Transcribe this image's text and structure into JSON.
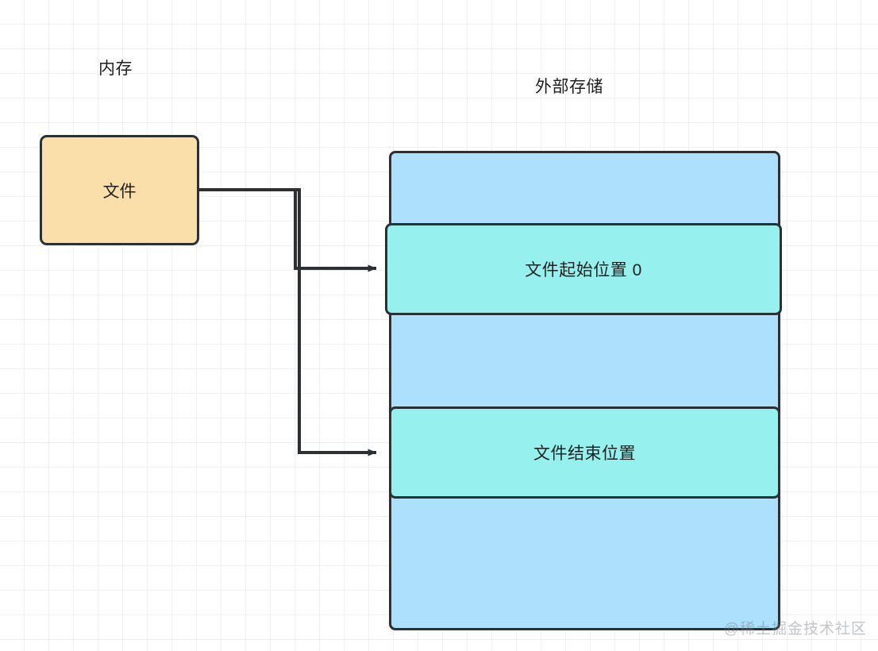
{
  "diagram": {
    "title_memory": "内存",
    "title_storage": "外部存储",
    "nodes": {
      "file": {
        "label": "文件",
        "fill": "#fadfaa",
        "stroke": "#2c3033"
      },
      "storage_container": {
        "fill": "#ace0fd",
        "stroke": "#2c3033"
      },
      "band_start": {
        "label": "文件起始位置 0",
        "fill": "#96f0ee",
        "stroke": "#2c3033"
      },
      "band_end": {
        "label": "文件结束位置",
        "fill": "#96f0ee",
        "stroke": "#2c3033"
      }
    },
    "connectors": [
      {
        "name": "file-to-start",
        "from": "file",
        "to": "band_start",
        "stroke": "#2c3033",
        "arrow": true
      },
      {
        "name": "file-to-end",
        "from": "file",
        "to": "band_end",
        "stroke": "#2c3033",
        "arrow": true
      }
    ],
    "watermark": "@稀土掘金技术社区"
  }
}
